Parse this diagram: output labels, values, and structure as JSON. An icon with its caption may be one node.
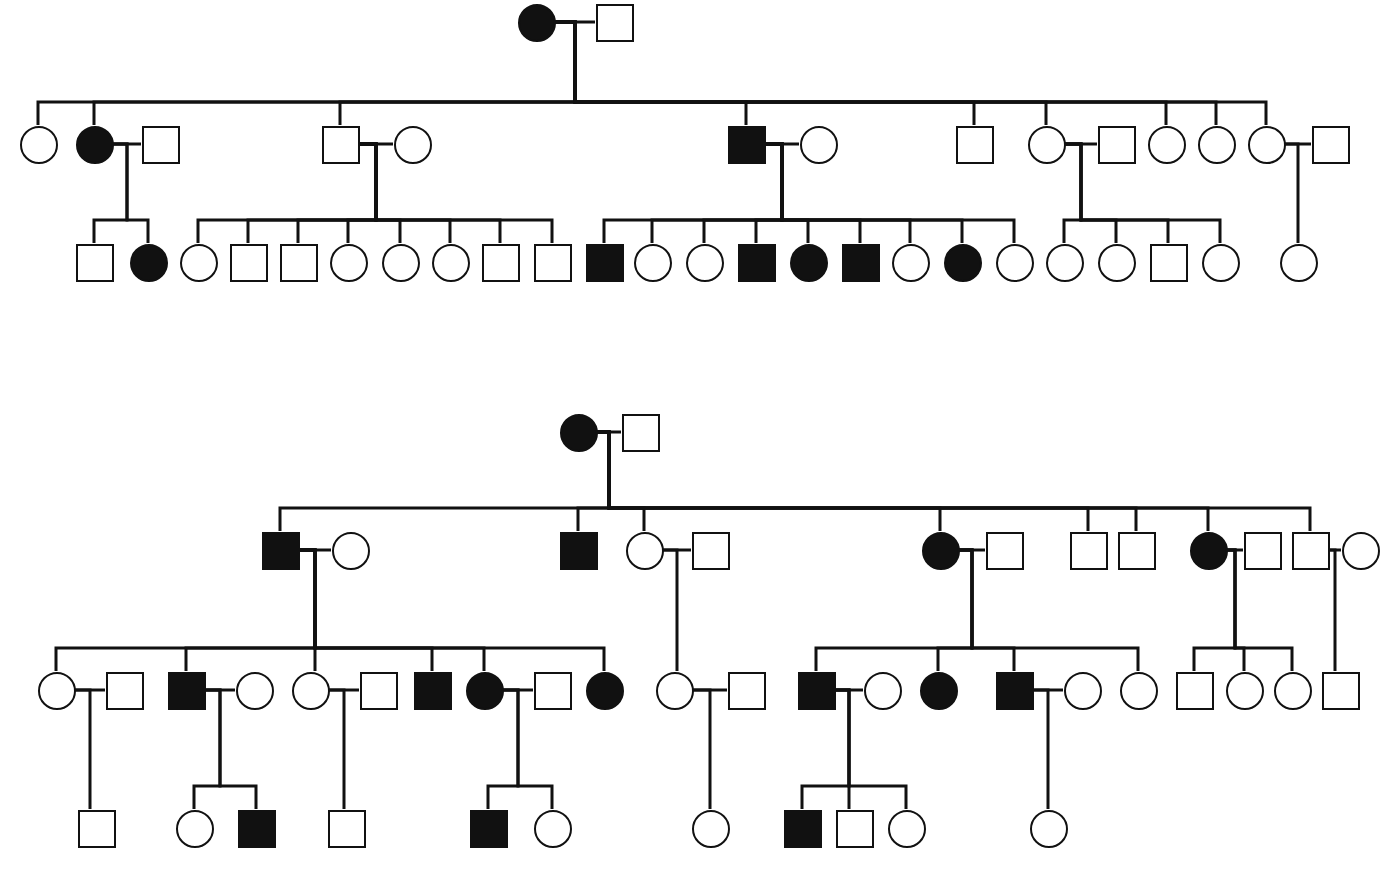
{
  "diagram": {
    "nodes": [
      {
        "text": [],
        "shape": "disc"
      },
      {
        "text": [],
        "shape": "square"
      },
      {
        "text": [],
        "shape": "circle"
      },
      {
        "text": [],
        "shape": "disc"
      },
      {
        "text": [],
        "shape": "square"
      },
      {
        "text": [],
        "shape": "square"
      },
      {
        "text": [],
        "shape": "circle"
      },
      {
        "text": [],
        "shape": "block"
      },
      {
        "text": [],
        "shape": "circle"
      },
      {
        "text": [],
        "shape": "square"
      },
      {
        "text": [],
        "shape": "circle"
      },
      {
        "text": [],
        "shape": "square"
      },
      {
        "text": [],
        "shape": "circle"
      },
      {
        "text": [],
        "shape": "circle"
      },
      {
        "text": [],
        "shape": "circle"
      },
      {
        "text": [],
        "shape": "square"
      },
      {
        "text": [],
        "shape": "square"
      },
      {
        "text": [],
        "shape": "disc"
      },
      {
        "text": [],
        "shape": "circle"
      },
      {
        "text": [],
        "shape": "square"
      },
      {
        "text": [],
        "shape": "square"
      },
      {
        "text": [],
        "shape": "circle"
      },
      {
        "text": [],
        "shape": "circle"
      },
      {
        "text": [],
        "shape": "circle"
      },
      {
        "text": [],
        "shape": "square"
      },
      {
        "text": [],
        "shape": "square"
      },
      {
        "text": [],
        "shape": "block"
      },
      {
        "text": [],
        "shape": "circle"
      },
      {
        "text": [],
        "shape": "circle"
      },
      {
        "text": [],
        "shape": "block"
      },
      {
        "text": [],
        "shape": "disc"
      },
      {
        "text": [],
        "shape": "block"
      },
      {
        "text": [],
        "shape": "circle"
      },
      {
        "text": [],
        "shape": "disc"
      },
      {
        "text": [],
        "shape": "circle"
      },
      {
        "text": [],
        "shape": "circle"
      },
      {
        "text": [],
        "shape": "circle"
      },
      {
        "text": [],
        "shape": "square"
      },
      {
        "text": [],
        "shape": "circle"
      },
      {
        "text": [],
        "shape": "circle"
      },
      {
        "text": [],
        "shape": "disc"
      },
      {
        "text": [],
        "shape": "square"
      },
      {
        "text": [],
        "shape": "block"
      },
      {
        "text": [],
        "shape": "circle"
      },
      {
        "text": [],
        "shape": "block"
      },
      {
        "text": [],
        "shape": "circle"
      },
      {
        "text": [],
        "shape": "square"
      },
      {
        "text": [],
        "shape": "disc"
      },
      {
        "text": [],
        "shape": "square"
      },
      {
        "text": [],
        "shape": "square"
      },
      {
        "text": [],
        "shape": "square"
      },
      {
        "text": [],
        "shape": "disc"
      },
      {
        "text": [],
        "shape": "square"
      },
      {
        "text": [],
        "shape": "square"
      },
      {
        "text": [],
        "shape": "circle"
      },
      {
        "text": [],
        "shape": "circle"
      },
      {
        "text": [],
        "shape": "square"
      },
      {
        "text": [],
        "shape": "block"
      },
      {
        "text": [],
        "shape": "circle"
      },
      {
        "text": [],
        "shape": "circle"
      },
      {
        "text": [],
        "shape": "square"
      },
      {
        "text": [],
        "shape": "block"
      },
      {
        "text": [],
        "shape": "disc"
      },
      {
        "text": [],
        "shape": "square"
      },
      {
        "text": [],
        "shape": "disc"
      },
      {
        "text": [],
        "shape": "circle"
      },
      {
        "text": [],
        "shape": "square"
      },
      {
        "text": [],
        "shape": "block"
      },
      {
        "text": [],
        "shape": "circle"
      },
      {
        "text": [],
        "shape": "disc"
      },
      {
        "text": [],
        "shape": "block"
      },
      {
        "text": [],
        "shape": "circle"
      },
      {
        "text": [],
        "shape": "circle"
      },
      {
        "text": [],
        "shape": "square"
      },
      {
        "text": [],
        "shape": "circle"
      },
      {
        "text": [],
        "shape": "circle"
      },
      {
        "text": [],
        "shape": "square"
      },
      {
        "text": [],
        "shape": "square"
      },
      {
        "text": [],
        "shape": "circle"
      },
      {
        "text": [],
        "shape": "block"
      },
      {
        "text": [],
        "shape": "square"
      },
      {
        "text": [],
        "shape": "block"
      },
      {
        "text": [],
        "shape": "circle"
      },
      {
        "text": [],
        "shape": "circle"
      },
      {
        "text": [],
        "shape": "block"
      },
      {
        "text": [],
        "shape": "square"
      },
      {
        "text": [],
        "shape": "circle"
      },
      {
        "text": [],
        "shape": "circle"
      }
    ],
    "edges": [
      {
        "from": 0,
        "to": 1,
        "arrow": "none"
      },
      {
        "from": 3,
        "to": 4,
        "arrow": "none"
      },
      {
        "from": 5,
        "to": 6,
        "arrow": "none"
      },
      {
        "from": 7,
        "to": 8,
        "arrow": "none"
      },
      {
        "from": 10,
        "to": 11,
        "arrow": "none"
      },
      {
        "from": 14,
        "to": 15,
        "arrow": "none"
      },
      {
        "from": 0,
        "to": 2,
        "arrow": "none"
      },
      {
        "from": 0,
        "to": 3,
        "arrow": "none"
      },
      {
        "from": 0,
        "to": 5,
        "arrow": "none"
      },
      {
        "from": 0,
        "to": 7,
        "arrow": "none"
      },
      {
        "from": 0,
        "to": 9,
        "arrow": "none"
      },
      {
        "from": 0,
        "to": 10,
        "arrow": "none"
      },
      {
        "from": 0,
        "to": 12,
        "arrow": "none"
      },
      {
        "from": 0,
        "to": 13,
        "arrow": "none"
      },
      {
        "from": 0,
        "to": 14,
        "arrow": "none"
      },
      {
        "from": 3,
        "to": 16,
        "arrow": "none"
      },
      {
        "from": 3,
        "to": 17,
        "arrow": "none"
      },
      {
        "from": 5,
        "to": 18,
        "arrow": "none"
      },
      {
        "from": 5,
        "to": 19,
        "arrow": "none"
      },
      {
        "from": 5,
        "to": 20,
        "arrow": "none"
      },
      {
        "from": 5,
        "to": 21,
        "arrow": "none"
      },
      {
        "from": 5,
        "to": 22,
        "arrow": "none"
      },
      {
        "from": 5,
        "to": 23,
        "arrow": "none"
      },
      {
        "from": 5,
        "to": 24,
        "arrow": "none"
      },
      {
        "from": 5,
        "to": 25,
        "arrow": "none"
      },
      {
        "from": 7,
        "to": 26,
        "arrow": "none"
      },
      {
        "from": 7,
        "to": 27,
        "arrow": "none"
      },
      {
        "from": 7,
        "to": 28,
        "arrow": "none"
      },
      {
        "from": 7,
        "to": 29,
        "arrow": "none"
      },
      {
        "from": 7,
        "to": 30,
        "arrow": "none"
      },
      {
        "from": 7,
        "to": 31,
        "arrow": "none"
      },
      {
        "from": 7,
        "to": 32,
        "arrow": "none"
      },
      {
        "from": 7,
        "to": 33,
        "arrow": "none"
      },
      {
        "from": 7,
        "to": 34,
        "arrow": "none"
      },
      {
        "from": 10,
        "to": 35,
        "arrow": "none"
      },
      {
        "from": 10,
        "to": 36,
        "arrow": "none"
      },
      {
        "from": 10,
        "to": 37,
        "arrow": "none"
      },
      {
        "from": 10,
        "to": 38,
        "arrow": "none"
      },
      {
        "from": 14,
        "to": 39,
        "arrow": "none"
      },
      {
        "from": 40,
        "to": 41,
        "arrow": "none"
      },
      {
        "from": 42,
        "to": 43,
        "arrow": "none"
      },
      {
        "from": 45,
        "to": 46,
        "arrow": "none"
      },
      {
        "from": 47,
        "to": 48,
        "arrow": "none"
      },
      {
        "from": 51,
        "to": 52,
        "arrow": "none"
      },
      {
        "from": 53,
        "to": 54,
        "arrow": "none"
      },
      {
        "from": 55,
        "to": 56,
        "arrow": "none"
      },
      {
        "from": 57,
        "to": 58,
        "arrow": "none"
      },
      {
        "from": 59,
        "to": 60,
        "arrow": "none"
      },
      {
        "from": 62,
        "to": 63,
        "arrow": "none"
      },
      {
        "from": 65,
        "to": 66,
        "arrow": "none"
      },
      {
        "from": 67,
        "to": 68,
        "arrow": "none"
      },
      {
        "from": 70,
        "to": 71,
        "arrow": "none"
      },
      {
        "from": 40,
        "to": 42,
        "arrow": "none"
      },
      {
        "from": 40,
        "to": 44,
        "arrow": "none"
      },
      {
        "from": 40,
        "to": 45,
        "arrow": "none"
      },
      {
        "from": 40,
        "to": 47,
        "arrow": "none"
      },
      {
        "from": 40,
        "to": 49,
        "arrow": "none"
      },
      {
        "from": 40,
        "to": 50,
        "arrow": "none"
      },
      {
        "from": 40,
        "to": 51,
        "arrow": "none"
      },
      {
        "from": 40,
        "to": 53,
        "arrow": "none"
      },
      {
        "from": 42,
        "to": 55,
        "arrow": "none"
      },
      {
        "from": 42,
        "to": 57,
        "arrow": "none"
      },
      {
        "from": 42,
        "to": 59,
        "arrow": "none"
      },
      {
        "from": 42,
        "to": 61,
        "arrow": "none"
      },
      {
        "from": 42,
        "to": 62,
        "arrow": "none"
      },
      {
        "from": 42,
        "to": 64,
        "arrow": "none"
      },
      {
        "from": 45,
        "to": 65,
        "arrow": "none"
      },
      {
        "from": 47,
        "to": 67,
        "arrow": "none"
      },
      {
        "from": 47,
        "to": 69,
        "arrow": "none"
      },
      {
        "from": 47,
        "to": 70,
        "arrow": "none"
      },
      {
        "from": 47,
        "to": 72,
        "arrow": "none"
      },
      {
        "from": 51,
        "to": 73,
        "arrow": "none"
      },
      {
        "from": 51,
        "to": 74,
        "arrow": "none"
      },
      {
        "from": 51,
        "to": 75,
        "arrow": "none"
      },
      {
        "from": 53,
        "to": 76,
        "arrow": "none"
      },
      {
        "from": 55,
        "to": 77,
        "arrow": "none"
      },
      {
        "from": 57,
        "to": 78,
        "arrow": "none"
      },
      {
        "from": 57,
        "to": 79,
        "arrow": "none"
      },
      {
        "from": 59,
        "to": 80,
        "arrow": "none"
      },
      {
        "from": 62,
        "to": 81,
        "arrow": "none"
      },
      {
        "from": 62,
        "to": 82,
        "arrow": "none"
      },
      {
        "from": 65,
        "to": 83,
        "arrow": "none"
      },
      {
        "from": 67,
        "to": 84,
        "arrow": "none"
      },
      {
        "from": 67,
        "to": 85,
        "arrow": "none"
      },
      {
        "from": 67,
        "to": 86,
        "arrow": "none"
      },
      {
        "from": 70,
        "to": 87,
        "arrow": "none"
      }
    ]
  }
}
